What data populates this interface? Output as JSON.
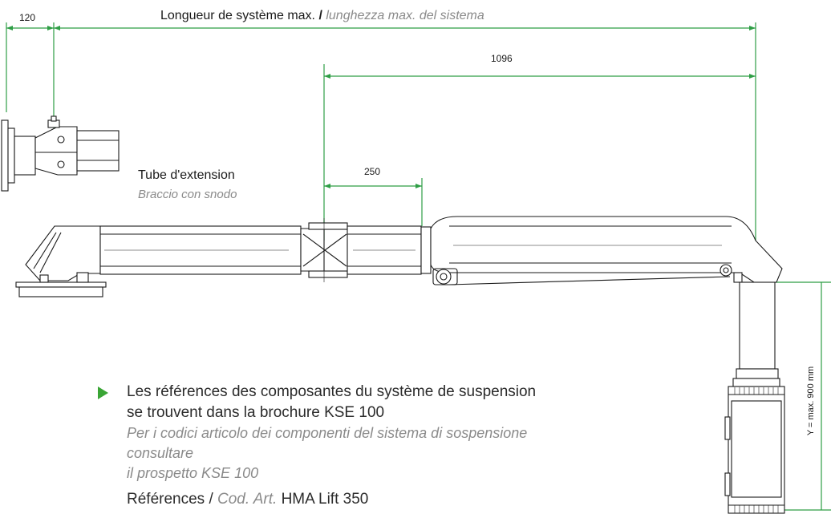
{
  "title": {
    "fr": "Longueur de système max.",
    "separator": "/",
    "it": "lunghezza max. del sistema"
  },
  "dimensions": {
    "left_offset": "120",
    "arm_length": "1096",
    "extension": "250",
    "height": "Y = max. 900 mm"
  },
  "tube_label": {
    "fr": "Tube d'extension",
    "it": "Braccio con snodo"
  },
  "note": {
    "fr_line1": "Les références des composantes du système de suspension",
    "fr_line2": "se trouvent dans la brochure KSE 100",
    "it_line1": "Per i codici articolo dei componenti del sistema di sospensione consultare",
    "it_line2": "il prospetto KSE 100"
  },
  "references": {
    "fr": "Références",
    "separator": "/",
    "it": "Cod. Art.",
    "product": "HMA Lift 350"
  },
  "colors": {
    "dimension_line": "#2e9e45",
    "drawing_line": "#1a1a1a",
    "bullet": "#3aa535"
  }
}
